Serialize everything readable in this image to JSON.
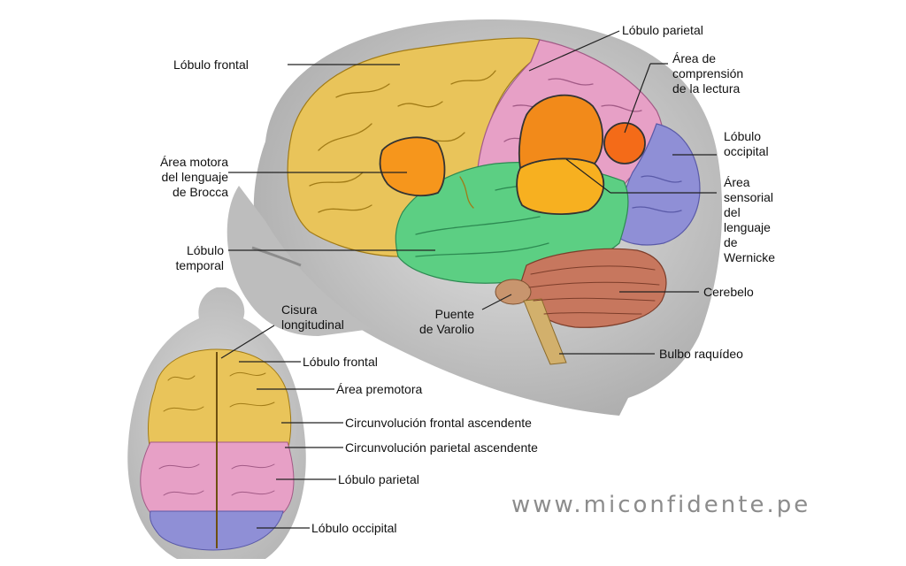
{
  "colors": {
    "frontal": "#e9c45a",
    "parietal": "#e7a0c6",
    "occipital": "#8f8fd6",
    "temporal": "#5ccf83",
    "broca": "#f6961c",
    "wernicke": "#f7b020",
    "lectura": "#f46b18",
    "cerebelo": "#c7775e",
    "tronco": "#d2b06c",
    "cabeza": "#c9c9c9"
  },
  "side_labels": {
    "lobulo_frontal": "Lóbulo frontal",
    "lobulo_parietal": "Lóbulo parietal",
    "area_comprension": [
      "Área de",
      "comprensión",
      "de la lectura"
    ],
    "broca": [
      "Área motora",
      "del lenguaje",
      "de Brocca"
    ],
    "lobulo_occipital": [
      "Lóbulo",
      "occipital"
    ],
    "wernicke": [
      "Área",
      "sensorial",
      "del",
      "lenguaje",
      "de",
      "Wernicke"
    ],
    "lobulo_temporal": [
      "Lóbulo",
      "temporal"
    ],
    "cerebelo": "Cerebelo",
    "puente": [
      "Puente",
      "de Varolio"
    ],
    "bulbo": "Bulbo raquídeo"
  },
  "top_labels": {
    "cisura": [
      "Cisura",
      "longitudinal"
    ],
    "lobulo_frontal": "Lóbulo frontal",
    "area_premotora": "Área premotora",
    "circ_frontal": "Circunvolución frontal ascendente",
    "circ_parietal": "Circunvolución parietal ascendente",
    "lobulo_parietal": "Lóbulo parietal",
    "lobulo_occipital": "Lóbulo occipital"
  },
  "watermark": "www.miconfidente.pe"
}
